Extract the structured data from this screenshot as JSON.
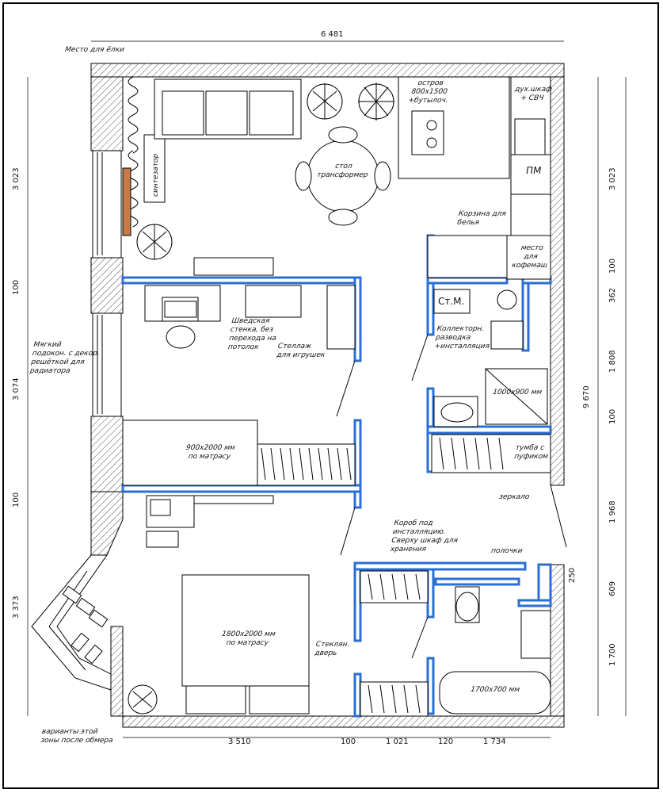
{
  "labels": {
    "tree": "Место для ёлки",
    "synth": "синтезатор",
    "island": "остров\n800х1500\n+бутылоч.",
    "oven": "дух.шкаф\n+ СВЧ",
    "table": "стол\nтрансформер",
    "pm": "ПМ",
    "laundry": "Корзина для\nбелья",
    "coffee": "место\nдля\nкофемаш",
    "washer": "Ст.М.",
    "collector": "Коллекторн.\nразводка\n+инсталляция",
    "swedish": "Шведская\nстенка, без\nперехода на\nпотолок",
    "toys": "Стеллаж\nдля игрушек",
    "sill": "Мягкий\nподокон. с декор.\nрешёткой для\nрадиатора",
    "shower": "1000х900 мм",
    "pouf": "тумба с\nпуфиком",
    "bed_small": "900х2000 мм\nпо матрасу",
    "mirror": "зеркало",
    "box": "Короб под\nинсталляцию.\nСверху шкаф для\nхранения",
    "shelves": "полочки",
    "bed_big": "1800х2000 мм\nпо матрасу",
    "glass_door": "Стеклян.\nдверь",
    "bath": "1700х700 мм",
    "variants": "варианты этой\nзоны после обмера"
  },
  "dims": {
    "top": "6 481",
    "left_1": "3 023",
    "left_2": "100",
    "left_3": "3 074",
    "left_4": "100",
    "left_5": "3 373",
    "right_1": "3 023",
    "right_2": "100",
    "right_3": "362",
    "right_4": "1 808",
    "right_5": "100",
    "right_6": "1 968",
    "right_7": "609",
    "right_8": "1 700",
    "right_9": "250",
    "right_total": "9 670",
    "bottom_1": "3 510",
    "bottom_2": "100",
    "bottom_3": "1 021",
    "bottom_4": "120",
    "bottom_5": "1 734"
  }
}
